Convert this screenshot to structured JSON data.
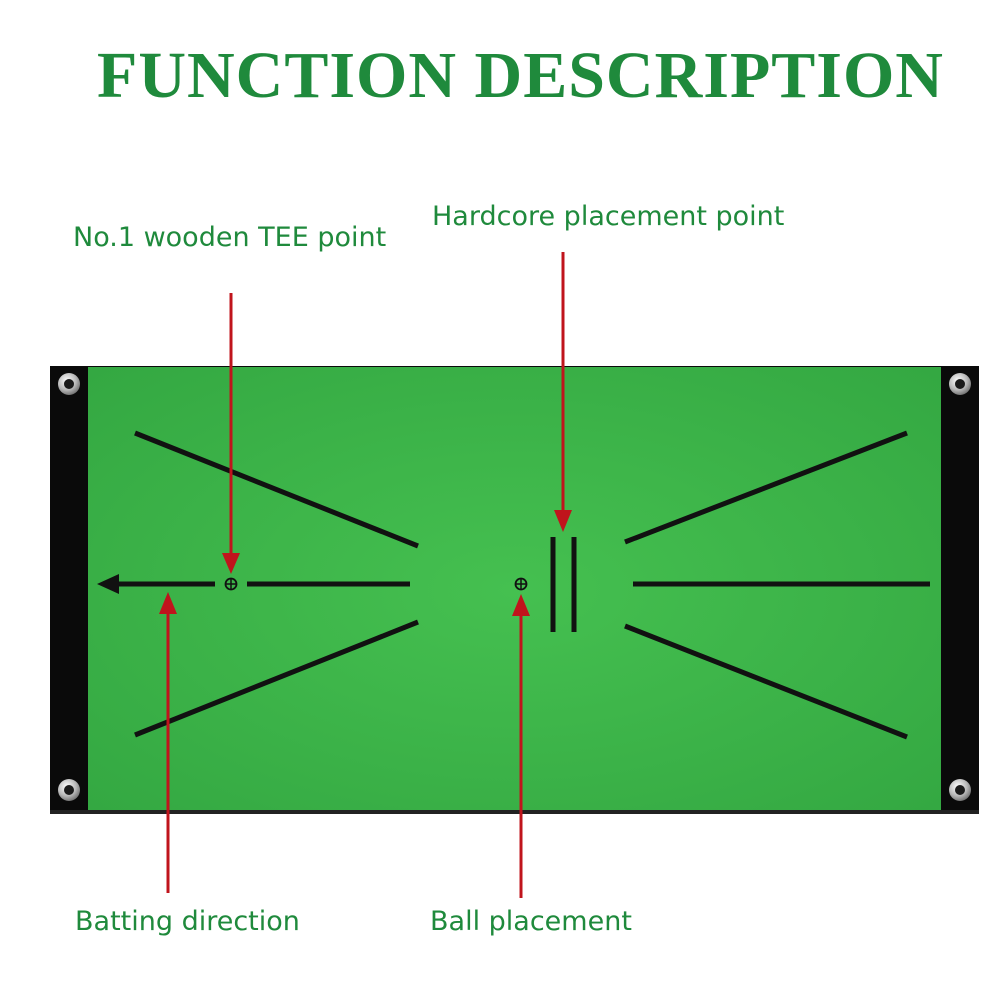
{
  "title": "FUNCTION DESCRIPTION",
  "labels": {
    "tee_point": "No.1 wooden TEE point",
    "hardcore_point": "Hardcore placement point",
    "batting_direction": "Batting direction",
    "ball_placement": "Ball placement"
  },
  "colors": {
    "title_text": "#1f8a3c",
    "label_text": "#1f8a3c",
    "mat_green": "#3fb84a",
    "mat_border": "#0a0a0a",
    "guide_lines": "#111111",
    "pointer_arrows": "#c0141c"
  },
  "icons": {
    "tee_marker": "crosshair-circle-icon",
    "ball_marker": "crosshair-circle-icon",
    "grommet": "metal-grommet-icon"
  }
}
